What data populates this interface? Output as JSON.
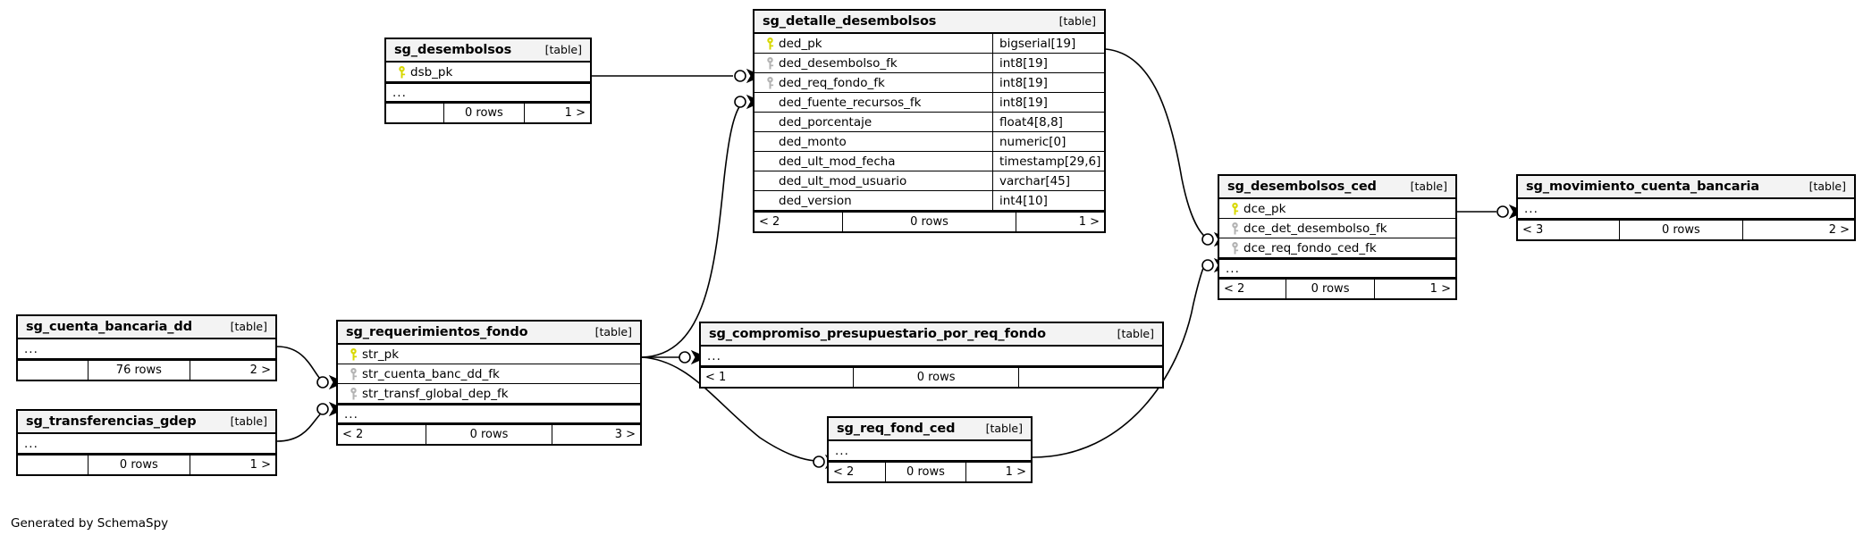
{
  "diagram": {
    "generator_note": "Generated by SchemaSpy",
    "type_label": "[table]",
    "ellipsis": "...",
    "rows_suffix": "rows"
  },
  "colors": {
    "pk_key": "#d8d800",
    "fk_key": "#b3b3b3",
    "header_bg": "#f3f3f3",
    "border": "#000000",
    "background": "#ffffff"
  },
  "tables": [
    {
      "id": "sg_desembolsos",
      "name": "sg_desembolsos",
      "type": "[table]",
      "columns": [
        {
          "name": "dsb_pk",
          "type": "",
          "key": "pk"
        }
      ],
      "has_ellipsis": true,
      "footer": {
        "left": "",
        "mid": "0 rows",
        "right": "1 >"
      }
    },
    {
      "id": "sg_detalle_desembolsos",
      "name": "sg_detalle_desembolsos",
      "type": "[table]",
      "columns": [
        {
          "name": "ded_pk",
          "type": "bigserial[19]",
          "key": "pk"
        },
        {
          "name": "ded_desembolso_fk",
          "type": "int8[19]",
          "key": "fk"
        },
        {
          "name": "ded_req_fondo_fk",
          "type": "int8[19]",
          "key": "fk"
        },
        {
          "name": "ded_fuente_recursos_fk",
          "type": "int8[19]",
          "key": "none"
        },
        {
          "name": "ded_porcentaje",
          "type": "float4[8,8]",
          "key": "none"
        },
        {
          "name": "ded_monto",
          "type": "numeric[0]",
          "key": "none"
        },
        {
          "name": "ded_ult_mod_fecha",
          "type": "timestamp[29,6]",
          "key": "none"
        },
        {
          "name": "ded_ult_mod_usuario",
          "type": "varchar[45]",
          "key": "none"
        },
        {
          "name": "ded_version",
          "type": "int4[10]",
          "key": "none"
        }
      ],
      "has_ellipsis": false,
      "footer": {
        "left": "< 2",
        "mid": "0 rows",
        "right": "1 >"
      }
    },
    {
      "id": "sg_desembolsos_ced",
      "name": "sg_desembolsos_ced",
      "type": "[table]",
      "columns": [
        {
          "name": "dce_pk",
          "type": "",
          "key": "pk"
        },
        {
          "name": "dce_det_desembolso_fk",
          "type": "",
          "key": "fk"
        },
        {
          "name": "dce_req_fondo_ced_fk",
          "type": "",
          "key": "fk"
        }
      ],
      "has_ellipsis": true,
      "footer": {
        "left": "< 2",
        "mid": "0 rows",
        "right": "1 >"
      }
    },
    {
      "id": "sg_movimiento_cuenta_bancaria",
      "name": "sg_movimiento_cuenta_bancaria",
      "type": "[table]",
      "columns": [],
      "has_ellipsis": true,
      "footer": {
        "left": "< 3",
        "mid": "0 rows",
        "right": "2 >"
      }
    },
    {
      "id": "sg_cuenta_bancaria_dd",
      "name": "sg_cuenta_bancaria_dd",
      "type": "[table]",
      "columns": [],
      "has_ellipsis": true,
      "footer": {
        "left": "",
        "mid": "76 rows",
        "right": "2 >"
      }
    },
    {
      "id": "sg_transferencias_gdep",
      "name": "sg_transferencias_gdep",
      "type": "[table]",
      "columns": [],
      "has_ellipsis": true,
      "footer": {
        "left": "",
        "mid": "0 rows",
        "right": "1 >"
      }
    },
    {
      "id": "sg_requerimientos_fondo",
      "name": "sg_requerimientos_fondo",
      "type": "[table]",
      "columns": [
        {
          "name": "str_pk",
          "type": "",
          "key": "pk"
        },
        {
          "name": "str_cuenta_banc_dd_fk",
          "type": "",
          "key": "fk"
        },
        {
          "name": "str_transf_global_dep_fk",
          "type": "",
          "key": "fk"
        }
      ],
      "has_ellipsis": true,
      "footer": {
        "left": "< 2",
        "mid": "0 rows",
        "right": "3 >"
      }
    },
    {
      "id": "sg_compromiso_presupuestario_por_req_fondo",
      "name": "sg_compromiso_presupuestario_por_req_fondo",
      "type": "[table]",
      "columns": [],
      "has_ellipsis": true,
      "footer": {
        "left": "< 1",
        "mid": "0 rows",
        "right": ""
      }
    },
    {
      "id": "sg_req_fond_ced",
      "name": "sg_req_fond_ced",
      "type": "[table]",
      "columns": [],
      "has_ellipsis": true,
      "footer": {
        "left": "< 2",
        "mid": "0 rows",
        "right": "1 >"
      }
    }
  ],
  "relationships": [
    {
      "from": "sg_desembolsos.dsb_pk",
      "to": "sg_detalle_desembolsos.ded_desembolso_fk"
    },
    {
      "from": "sg_requerimientos_fondo.str_pk",
      "to": "sg_detalle_desembolsos.ded_req_fondo_fk"
    },
    {
      "from": "sg_detalle_desembolsos.ded_pk",
      "to": "sg_desembolsos_ced.dce_det_desembolso_fk"
    },
    {
      "from": "sg_req_fond_ced",
      "to": "sg_desembolsos_ced.dce_req_fondo_ced_fk"
    },
    {
      "from": "sg_desembolsos_ced.dce_pk",
      "to": "sg_movimiento_cuenta_bancaria"
    },
    {
      "from": "sg_cuenta_bancaria_dd",
      "to": "sg_requerimientos_fondo.str_cuenta_banc_dd_fk"
    },
    {
      "from": "sg_transferencias_gdep",
      "to": "sg_requerimientos_fondo.str_transf_global_dep_fk"
    },
    {
      "from": "sg_requerimientos_fondo.str_pk",
      "to": "sg_compromiso_presupuestario_por_req_fondo"
    },
    {
      "from": "sg_requerimientos_fondo.str_pk",
      "to": "sg_req_fond_ced"
    }
  ]
}
